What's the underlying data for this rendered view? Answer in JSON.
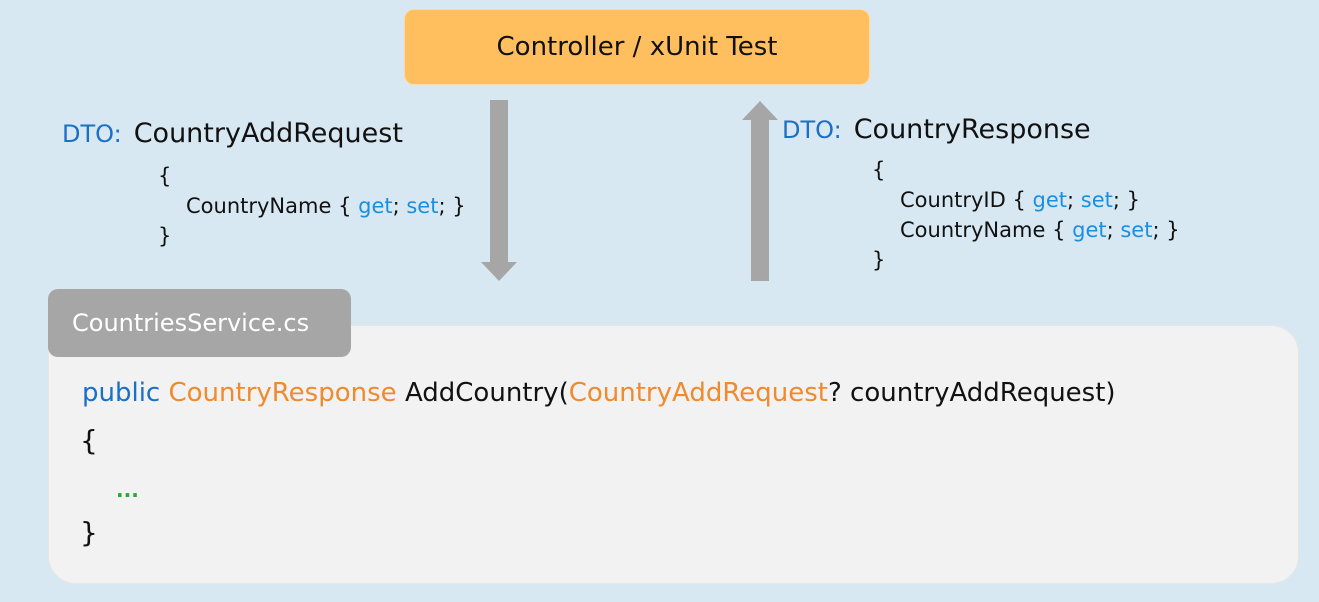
{
  "top_box": {
    "label": "Controller / xUnit Test"
  },
  "request_dto": {
    "prefix": "DTO:",
    "name": "CountryAddRequest",
    "open_brace": "{",
    "close_brace": "}",
    "properties": [
      {
        "name": "CountryName",
        "open": " { ",
        "get": "get",
        "sep": "; ",
        "set": "set",
        "close": "; }"
      }
    ]
  },
  "response_dto": {
    "prefix": "DTO:",
    "name": "CountryResponse",
    "open_brace": "{",
    "close_brace": "}",
    "properties": [
      {
        "name": "CountryID",
        "open": " { ",
        "get": "get",
        "sep": "; ",
        "set": "set",
        "close": "; }"
      },
      {
        "name": "CountryName",
        "open": " { ",
        "get": "get",
        "sep": "; ",
        "set": "set",
        "close": "; }"
      }
    ]
  },
  "service": {
    "tab_label": "CountriesService.cs",
    "signature": {
      "modifier": "public",
      "return_type": "CountryResponse",
      "method": "AddCountry(",
      "param_type": "CountryAddRequest",
      "param_rest": "? countryAddRequest)"
    },
    "open_brace": "{",
    "ellipsis": "...",
    "close_brace": "}"
  },
  "colors": {
    "background": "#d8e8f2",
    "top_box": "#ffbf5f",
    "arrow": "#a6a6a6",
    "keyword_blue": "#1a6fc7",
    "get_set_blue": "#1a8fe0",
    "type_orange": "#ef8a2e",
    "comment_green": "#2aa832",
    "panel": "#f2f2f2",
    "tab": "#a6a6a6"
  }
}
